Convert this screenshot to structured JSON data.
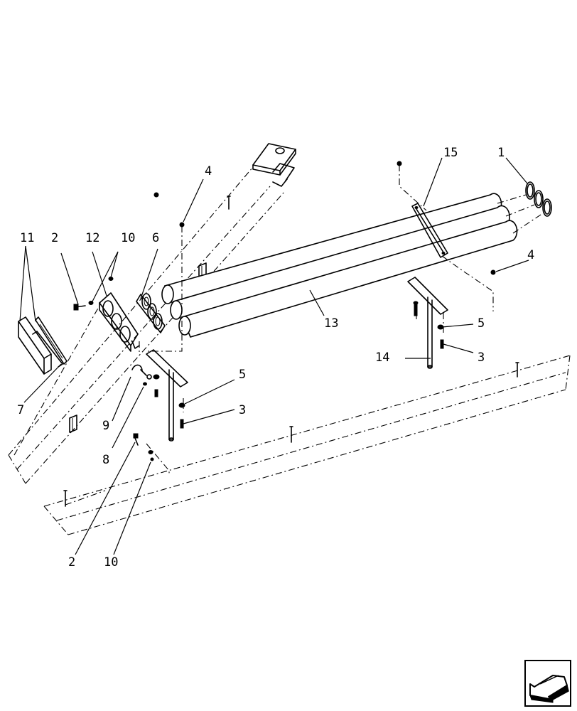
{
  "callouts": {
    "c1": "1",
    "c2": "2",
    "c3a": "3",
    "c3b": "3",
    "c4a": "4",
    "c4b": "4",
    "c5a": "5",
    "c5b": "5",
    "c6": "6",
    "c7": "7",
    "c8": "8",
    "c9": "9",
    "c10a": "10",
    "c10b": "10",
    "c11": "11",
    "c12": "12",
    "c13": "13",
    "c14": "14",
    "c15": "15"
  },
  "icons": {
    "navigation": "previous-page-arrow-icon"
  },
  "colors": {
    "ink": "#000000",
    "paper": "#ffffff"
  }
}
